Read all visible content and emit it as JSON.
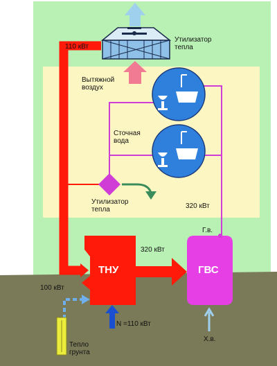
{
  "labels": {
    "recuperator_top": "Утилизатор\nтепла",
    "power_top": "110 кВт",
    "exhaust_air": "Вытяжной\nвоздух",
    "waste_water": "Сточная\nвода",
    "recuperator_bottom": "Утилизатор\nтепла",
    "power_320_right": "320 кВт",
    "hot_water": "Г.в.",
    "power_320_mid": "320 кВт",
    "heat_pump": "ТНУ",
    "dhw": "ГВС",
    "power_100": "100 кВт",
    "power_n": "N =110 кВт",
    "cold_water": "Х.в.",
    "ground_heat": "Тепло\nгрунта"
  },
  "colors": {
    "building": "#b9f0b4",
    "inner_zone": "#fbf6c2",
    "ground": "#7a7a58",
    "heat_flow": "#ff1a0a",
    "pipe": "#d03cd6",
    "dhw_tank": "#e63fe6",
    "bath_circle": "#2f7fdc",
    "exhaust_arrow": "#f07b93",
    "outflow_arrow": "#9fd0ee",
    "ground_probe": "#ecec3c",
    "power_arrow": "#1a4fd2"
  },
  "icons": [
    "heat-exchanger-icon",
    "bath-icon",
    "fan-icon"
  ]
}
